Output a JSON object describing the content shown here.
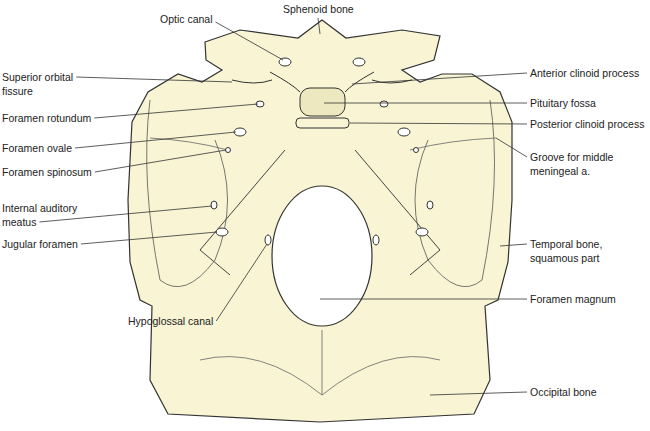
{
  "diagram": {
    "labels": [
      "Sphenoid bone",
      "Optic canal",
      "Superior orbital fissure",
      "Foramen rotundum",
      "Foramen ovale",
      "Foramen spinosum",
      "Internal auditory meatus",
      "Jugular foramen",
      "Hypoglossal canal",
      "Anterior clinoid process",
      "Pituitary fossa",
      "Posterior clinoid process",
      "Groove for middle meningeal a.",
      "Temporal bone, squamous part",
      "Foramen magnum",
      "Occipital bone"
    ]
  }
}
